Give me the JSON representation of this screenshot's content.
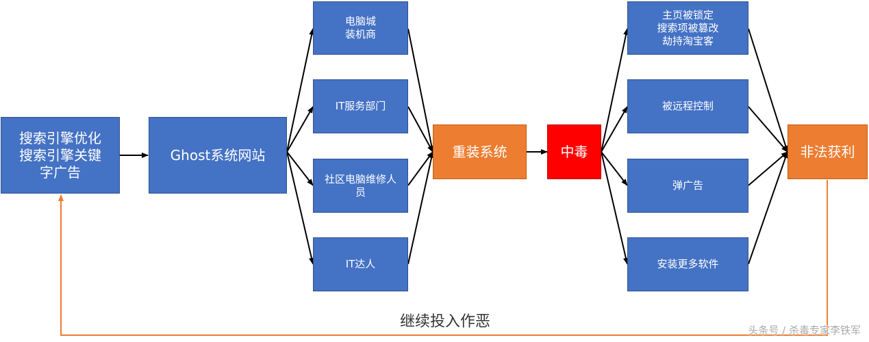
{
  "colors": {
    "box_blue": "#4472c4",
    "box_orange": "#ed7d31",
    "box_red": "#ff0000",
    "arrow": "#000000",
    "loop_line": "#ed7d31"
  },
  "nodes": {
    "seo": "搜索引擎优化\n搜索引擎关键\n字广告",
    "ghost_site": "Ghost系统网站",
    "computer_mall": "电脑城\n装机商",
    "it_department": "IT服务部门",
    "community_repair": "社区电脑维修人\n员",
    "it_expert": "IT达人",
    "reinstall": "重装系统",
    "infected": "中毒",
    "homepage_locked": "主页被锁定\n搜索项被篡改\n劫持淘宝客",
    "remote_control": "被远程控制",
    "popup_ads": "弹广告",
    "install_software": "安装更多软件",
    "illegal_profit": "非法获利"
  },
  "loop_label": "继续投入作恶",
  "watermark": "头条号 / 杀毒专家李铁军"
}
